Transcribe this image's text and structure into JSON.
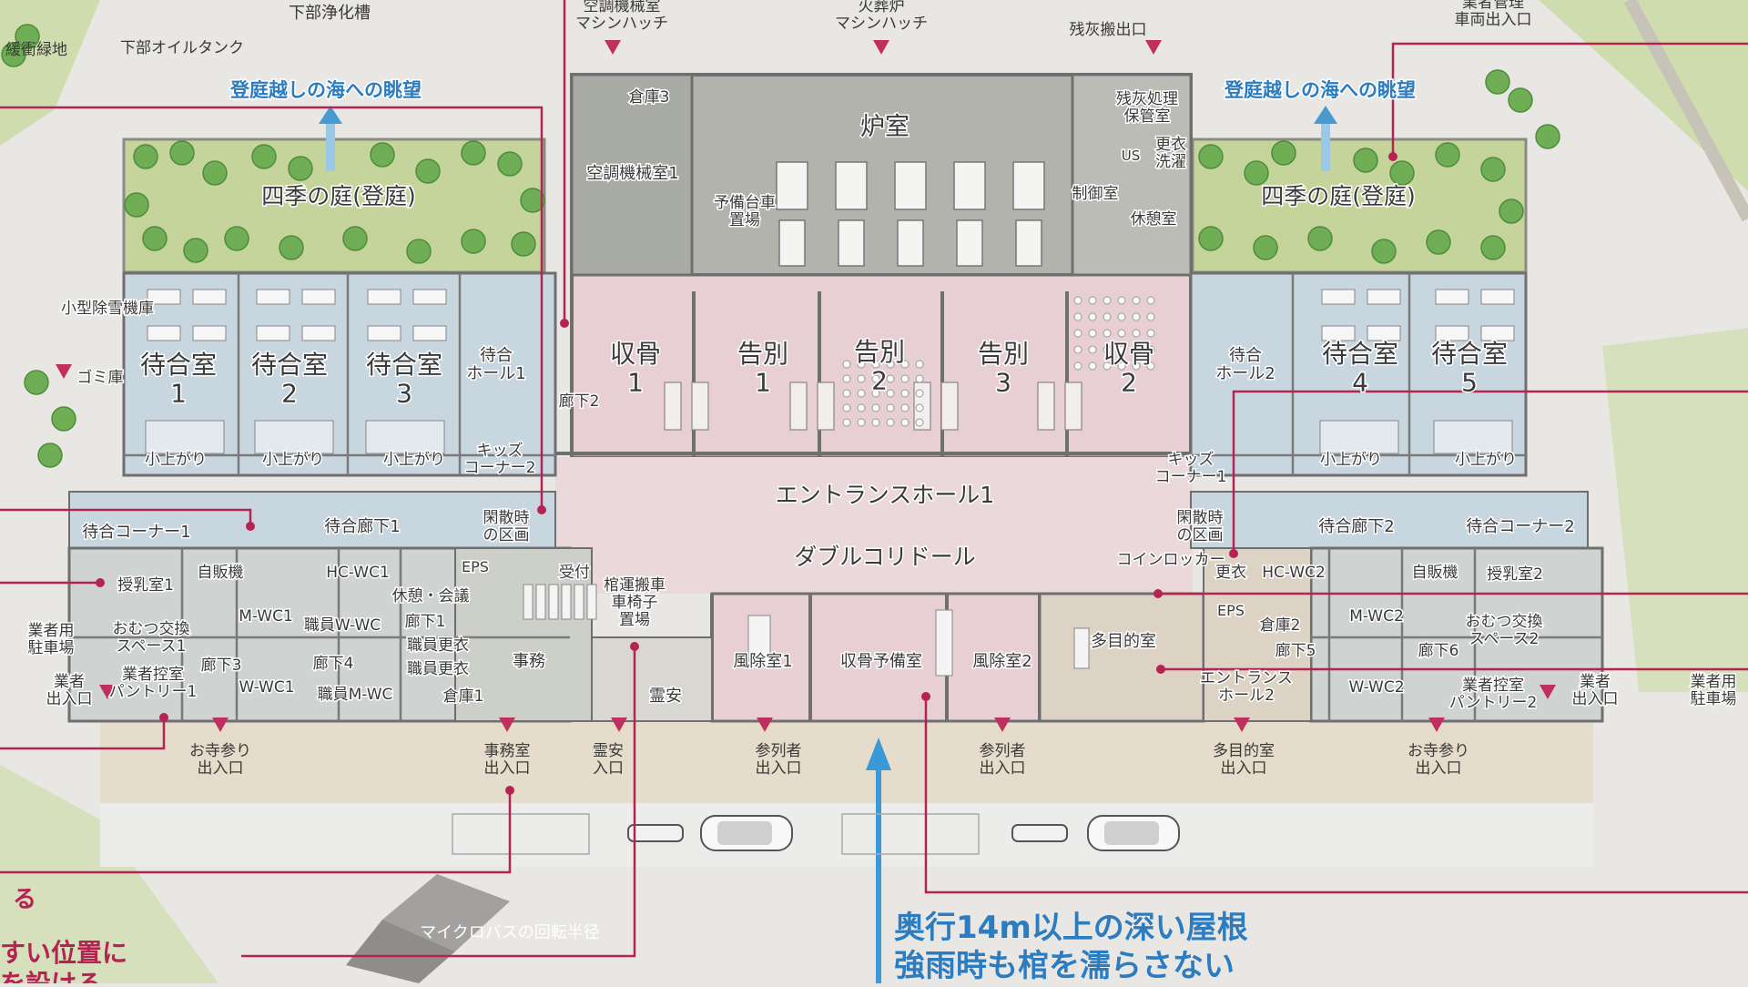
{
  "colors": {
    "background": "#e9e7e4",
    "lawn": "#c4d49a",
    "tree": "#6fae55",
    "wall": "#6f6f6f",
    "crematory": "#b3b3ae",
    "ceremony": "#e7cfd3",
    "waiting": "#c8d6e0",
    "service": "#cdd0c9",
    "multipurpose": "#ddd3c4",
    "paving": "#e6dccb",
    "leader": "#b52352",
    "view_arrow": "#4a9ad2",
    "caption": "#2b7cc0"
  },
  "labels": {
    "sewage": "下部浄化槽",
    "buffer_green": "緩衝緑地",
    "oil_tank": "下部オイルタンク",
    "ac_hatch": "空調機械室\nマシンハッチ",
    "furnace_hatch": "火葬炉\nマシンハッチ",
    "ash_exit": "残灰搬出口",
    "vendor_vehicle_exit": "業者管理\n車両出入口",
    "view_left": "登庭越しの海への眺望",
    "view_right": "登庭越しの海への眺望",
    "garden_left": "四季の庭(登庭)",
    "garden_right": "四季の庭(登庭)",
    "storage3": "倉庫3",
    "ac_room1": "空調機械室1",
    "spare_cart": "予備台車\n置場",
    "furnace_room": "炉室",
    "ash_storage": "残灰処理\n保管室",
    "changing_laundry": "更衣\n洗濯",
    "us": "US",
    "control_room": "制御室",
    "rest_room": "休憩室",
    "small_snow": "小型除雪機庫",
    "trash": "ゴミ庫",
    "waiting1": "待合室\n1",
    "waiting2": "待合室\n2",
    "waiting3": "待合室\n3",
    "waiting_hall1": "待合\nホール1",
    "bone1": "収骨\n1",
    "farewell1": "告別\n1",
    "farewell2": "告別\n2",
    "farewell3": "告別\n3",
    "bone2": "収骨\n2",
    "waiting_hall2": "待合\nホール2",
    "waiting4": "待合室\n4",
    "waiting5": "待合室\n5",
    "corridor2": "廊下2",
    "tatami_a": "小上がり",
    "tatami_b": "小上がり",
    "tatami_c": "小上がり",
    "tatami_d": "小上がり",
    "tatami_e": "小上がり",
    "kids2": "キッズ\nコーナー2",
    "kids1": "キッズ\nコーナー1",
    "entrance_hall1": "エントランスホール1",
    "double_corridor": "ダブルコリドール",
    "waiting_corner1": "待合コーナー1",
    "waiting_corridor1": "待合廊下1",
    "closed_zone_left": "閑散時\nの区画",
    "closed_zone_right": "閑散時\nの区画",
    "waiting_corridor2": "待合廊下2",
    "waiting_corner2": "待合コーナー2",
    "nursing1": "授乳室1",
    "vending_left": "自販機",
    "hc_wc1": "HC-WC1",
    "rest_meeting": "休憩・会議",
    "eps_left": "EPS",
    "reception": "受付",
    "coffin_cart": "棺運搬車\n車椅子\n置場",
    "coin_locker": "コインロッカー",
    "changing_right": "更衣",
    "hc_wc2": "HC-WC2",
    "vending_right": "自販機",
    "nursing2": "授乳室2",
    "vendor_parking_left": "業者用\n駐車場",
    "diaper1": "おむつ交換\nスペース1",
    "m_wc1": "M-WC1",
    "staff_wwc": "職員W-WC",
    "corridor1": "廊下1",
    "staff_change_a": "職員更衣",
    "staff_change_b": "職員更衣",
    "office": "事務",
    "corridor3": "廊下3",
    "corridor4": "廊下4",
    "w_wc1": "W-WC1",
    "staff_mwc": "職員M-WC",
    "storage1": "倉庫1",
    "vendor_pantry1": "業者控室\nパントリー1",
    "vendor_entry_left": "業者\n出入口",
    "spirit": "霊安",
    "windbreak1": "風除室1",
    "bone_spare": "収骨予備室",
    "windbreak2": "風除室2",
    "eps_right": "EPS",
    "storage2": "倉庫2",
    "multi_room": "多目的室",
    "entrance_hall2": "エントランス\nホール2",
    "m_wc2": "M-WC2",
    "corridor5": "廊下5",
    "corridor6": "廊下6",
    "w_wc2": "W-WC2",
    "diaper2": "おむつ交換\nスペース2",
    "vendor_pantry2": "業者控室\nパントリー2",
    "vendor_entry_right": "業者\n出入口",
    "vendor_parking_right": "業者用\n駐車場",
    "temple_entry_left": "お寺参り\n出入口",
    "office_entry": "事務室\n出入口",
    "spirit_entry": "霊安\n入口",
    "mourner_entry_left": "参列者\n出入口",
    "mourner_entry_right": "参列者\n出入口",
    "multi_entry": "多目的室\n出入口",
    "temple_entry_right": "お寺参り\n出入口",
    "bus_turn": "マイクロバスの回転半径",
    "left_frag1": "る",
    "left_frag2": "すい位置に",
    "left_frag3": "を設ける"
  },
  "caption": {
    "line1": "奥行14m以上の深い屋根",
    "line2": "強雨時も棺を濡らさない"
  }
}
